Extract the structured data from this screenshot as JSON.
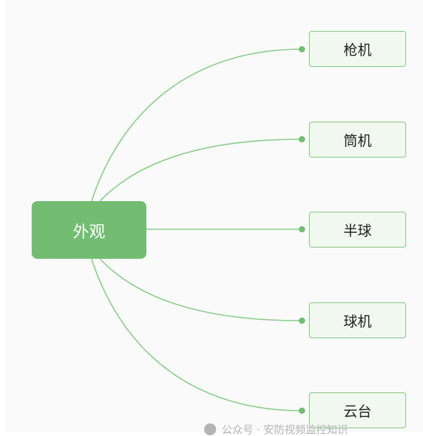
{
  "root": {
    "label": "外观"
  },
  "children": [
    {
      "label": "枪机"
    },
    {
      "label": "筒机"
    },
    {
      "label": "半球"
    },
    {
      "label": "球机"
    },
    {
      "label": "云台"
    }
  ],
  "watermark": {
    "text": "公众号 · 安防视频监控知识"
  },
  "colors": {
    "root_fill": "#72bd72",
    "child_fill": "#f1f8f0",
    "child_border": "#7fc77f",
    "connector": "#86cc86",
    "background": "#fafafa"
  }
}
